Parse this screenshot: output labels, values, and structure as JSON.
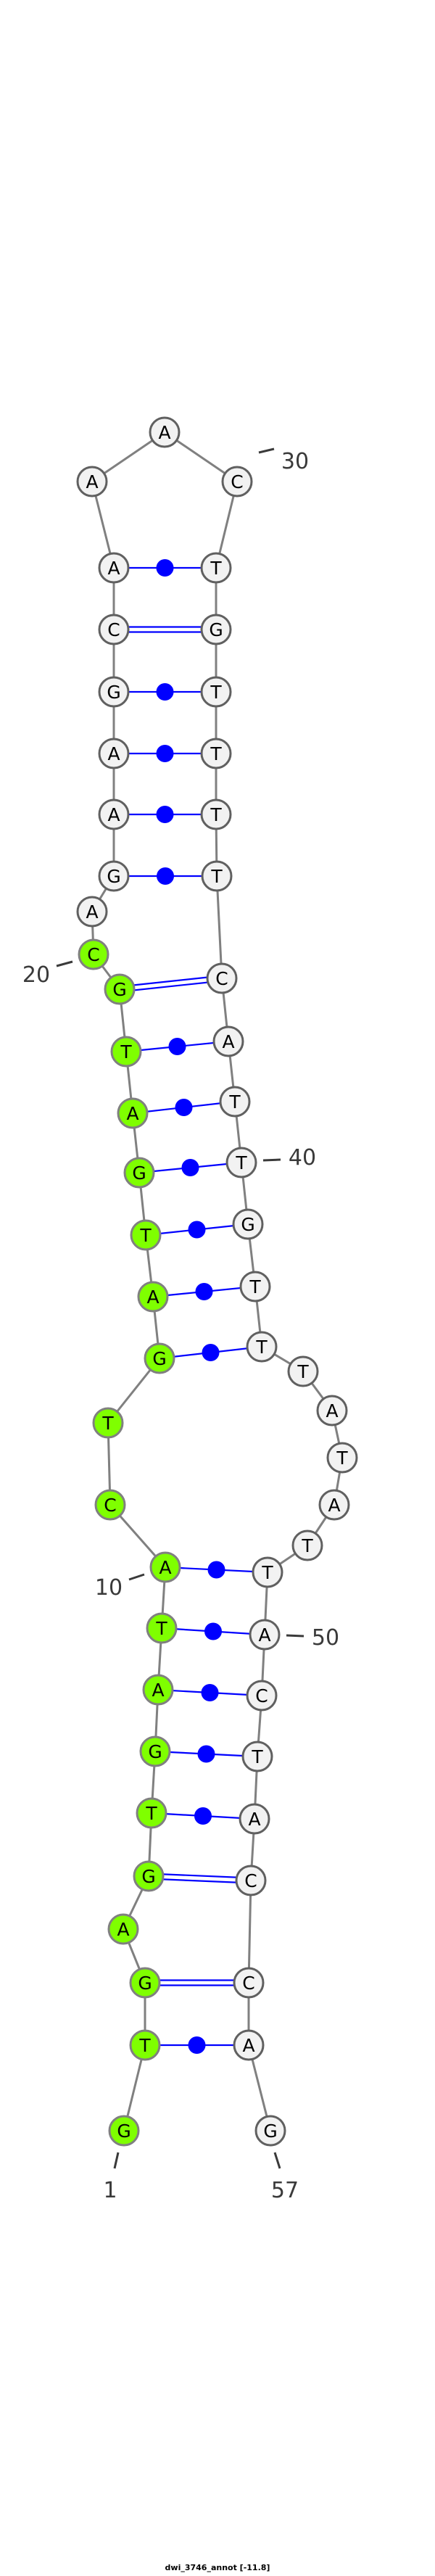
{
  "diagram": {
    "type": "rna-secondary-structure",
    "title": "dwi_3746_annot [-11.8]",
    "sequence": "GTGAGTGATACTGATGATGCAGAAGCAAACTGTTTTCATTGTTTATATTACTACCAG",
    "highlighted_range": [
      1,
      20
    ],
    "pairs": [
      [
        2,
        56
      ],
      [
        3,
        55
      ],
      [
        5,
        54
      ],
      [
        6,
        53
      ],
      [
        7,
        52
      ],
      [
        8,
        51
      ],
      [
        9,
        50
      ],
      [
        10,
        49
      ],
      [
        13,
        43
      ],
      [
        14,
        42
      ],
      [
        15,
        41
      ],
      [
        16,
        40
      ],
      [
        17,
        39
      ],
      [
        18,
        38
      ],
      [
        19,
        37
      ],
      [
        22,
        36
      ],
      [
        23,
        35
      ],
      [
        24,
        34
      ],
      [
        25,
        33
      ],
      [
        26,
        32
      ],
      [
        27,
        31
      ]
    ],
    "position_labels": [
      {
        "pos": 1,
        "text": "1"
      },
      {
        "pos": 10,
        "text": "10"
      },
      {
        "pos": 20,
        "text": "20"
      },
      {
        "pos": 30,
        "text": "30"
      },
      {
        "pos": 40,
        "text": "40"
      },
      {
        "pos": 50,
        "text": "50"
      },
      {
        "pos": 57,
        "text": "57"
      }
    ],
    "colors": {
      "highlight_fill": "#7fff00",
      "default_fill": "#f2f2f2",
      "backbone": "#808080",
      "pair": "#0000ff",
      "label": "#3a3a3a"
    }
  }
}
